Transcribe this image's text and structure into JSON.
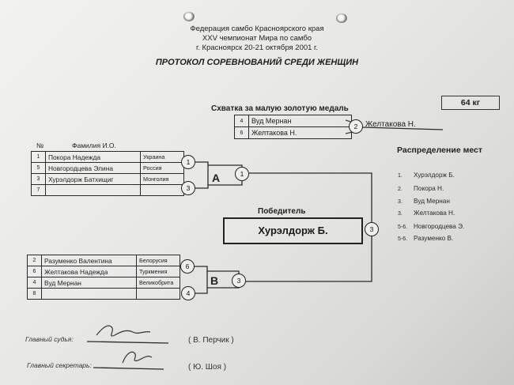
{
  "header": {
    "line1": "Федерация самбо Красноярского края",
    "line2": "XXV чемпионат Мира по самбо",
    "line3": "г. Красноярск     20-21 октября 2001 г.",
    "title": "ПРОТОКОЛ СОРЕВНОВАНИЙ СРЕДИ ЖЕНЩИН"
  },
  "weight": "64 кг",
  "bronze_match": {
    "title": "Схватка за малую золотую медаль",
    "rows": [
      {
        "num": "4",
        "name": "Вуд Мернан"
      },
      {
        "num": "6",
        "name": "Желтакова Н."
      }
    ],
    "circle": "2",
    "winner": "Желтакова Н."
  },
  "columns": {
    "num": "№",
    "name": "Фамилия И.О."
  },
  "pool_a": {
    "letter": "А",
    "rows": [
      {
        "num": "1",
        "name": "Покора Надежда",
        "country": "Украина"
      },
      {
        "num": "5",
        "name": "Новгородцева Элина",
        "country": "Россия"
      },
      {
        "num": "3",
        "name": "Хурэлдорж Батхищиг",
        "country": "Монголия"
      },
      {
        "num": "7",
        "name": "",
        "country": ""
      }
    ],
    "circles": [
      "1",
      "3"
    ],
    "final_circle": "1"
  },
  "pool_b": {
    "letter": "В",
    "rows": [
      {
        "num": "2",
        "name": "Разуменко Валентина",
        "country": "Белорусия"
      },
      {
        "num": "6",
        "name": "Желтакова Надежда",
        "country": "Туркмения"
      },
      {
        "num": "4",
        "name": "Вуд Мернан",
        "country": "Великобрита"
      },
      {
        "num": "8",
        "name": "",
        "country": ""
      }
    ],
    "circles": [
      "6",
      "4"
    ],
    "final_circle": "3"
  },
  "winner": {
    "label": "Победитель",
    "name": "Хурэлдорж Б.",
    "circle": "3"
  },
  "places": {
    "title": "Распределение мест",
    "items": [
      {
        "place": "1.",
        "name": "Хурэлдорж Б."
      },
      {
        "place": "2.",
        "name": "Покора Н."
      },
      {
        "place": "3.",
        "name": "Вуд Мернан"
      },
      {
        "place": "3.",
        "name": "Желтакова Н."
      },
      {
        "place": "5-6.",
        "name": "Новгородцева Э."
      },
      {
        "place": "5-6.",
        "name": "Разуменко В."
      }
    ]
  },
  "signatures": {
    "judge_label": "Главный судья:",
    "judge_name": "( В. Перчик )",
    "secretary_label": "Главный секретарь:",
    "secretary_name": "( Ю. Шоя )"
  }
}
